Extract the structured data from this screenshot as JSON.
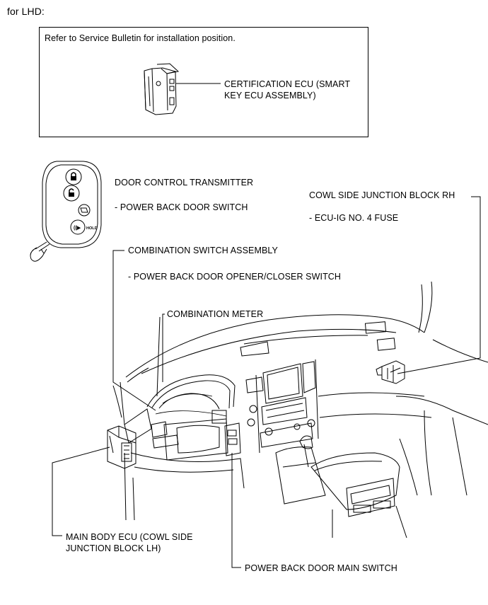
{
  "header": {
    "title": "for LHD:"
  },
  "note_box": {
    "text": "Refer to Service Bulletin for installation position.",
    "cert_ecu_line1": "CERTIFICATION ECU (SMART",
    "cert_ecu_line2": "KEY ECU ASSEMBLY)"
  },
  "labels": {
    "transmitter": "DOOR CONTROL TRANSMITTER",
    "transmitter_sub": "- POWER BACK DOOR SWITCH",
    "cowl_rh": "COWL SIDE JUNCTION BLOCK RH",
    "cowl_rh_sub": "- ECU-IG NO. 4 FUSE",
    "combo_switch": "COMBINATION SWITCH ASSEMBLY",
    "combo_switch_sub": "- POWER BACK DOOR OPENER/CLOSER SWITCH",
    "combo_meter": "COMBINATION METER",
    "main_body_line1": "MAIN BODY ECU (COWL SIDE",
    "main_body_line2": "JUNCTION BLOCK LH)",
    "pbd_main_switch": "POWER BACK DOOR MAIN SWITCH"
  },
  "remote": {
    "hold_label": "HOLD"
  }
}
